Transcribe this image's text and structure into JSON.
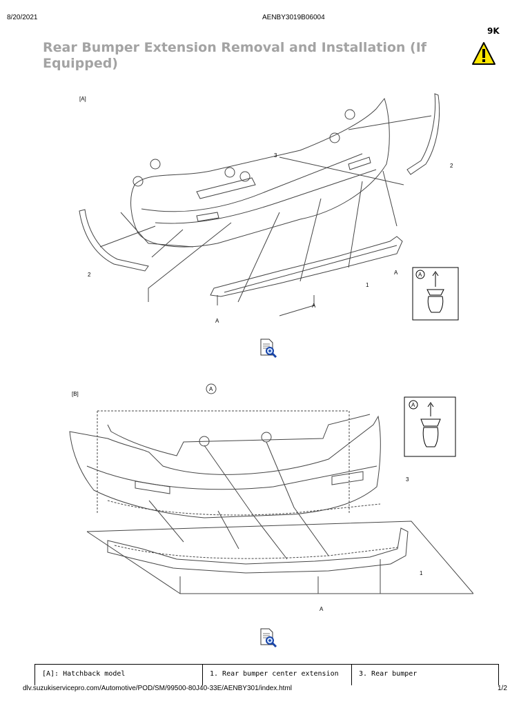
{
  "header": {
    "date": "8/20/2021",
    "doc_id": "AENBY3019B06004"
  },
  "badge": "9K",
  "title": "Rear Bumper Extension Removal and Installation (If Equipped)",
  "figure_a": {
    "label": "[A]",
    "callouts": {
      "c1": "1",
      "c2a": "2",
      "c2b": "2",
      "c3": "3"
    },
    "clip_letter": "A"
  },
  "figure_b": {
    "label": "[B]",
    "callouts": {
      "c1": "1",
      "c3": "3"
    },
    "clip_letter": "A"
  },
  "icons": {
    "warning": "warning-triangle-icon",
    "zoom": "zoom-magnifier-icon"
  },
  "legend": {
    "cells": [
      "[A]:  Hatchback model",
      "1.  Rear bumper center extension",
      "3.  Rear bumper"
    ]
  },
  "footer": {
    "url": "dlv.suzukiservicepro.com/Automotive/POD/SM/99500-80J40-33E/AENBY301/index.html",
    "page": "1/2"
  },
  "colors": {
    "title": "#a3a3a3",
    "warning_fill": "#ffe600"
  }
}
